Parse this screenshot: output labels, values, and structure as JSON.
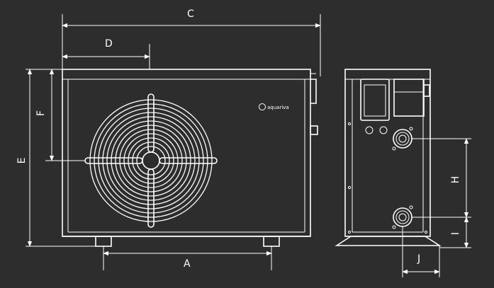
{
  "diagram": {
    "background": "#2e2d2d",
    "line_color": "#ffffff",
    "brand": "aquariva",
    "dimensions": {
      "A": "A",
      "C": "C",
      "D": "D",
      "E": "E",
      "F": "F",
      "H": "H",
      "I": "I",
      "J": "J"
    }
  }
}
